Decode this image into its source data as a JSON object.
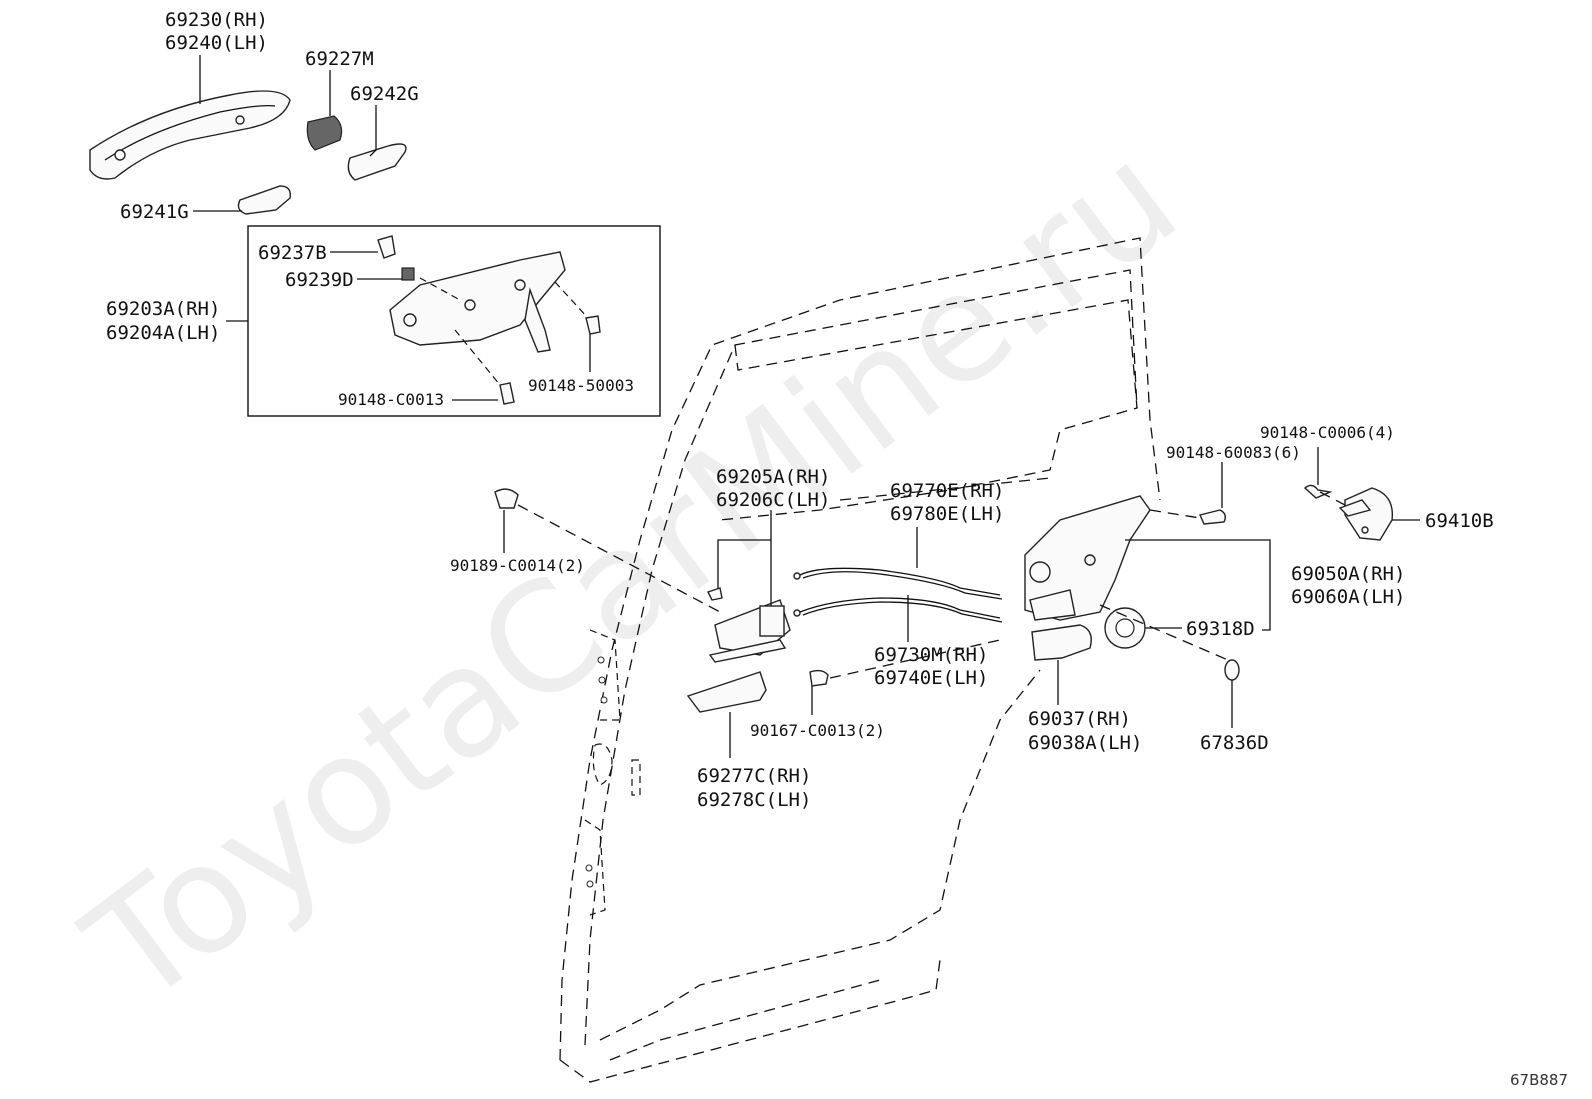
{
  "watermark": "ToyotaCarMine.ru",
  "diagram_code": "67B887",
  "labels": {
    "l69230": "69230(RH)",
    "l69240": "69240(LH)",
    "l69227M": "69227M",
    "l69242G": "69242G",
    "l69241G": "69241G",
    "l69237B": "69237B",
    "l69239D": "69239D",
    "l69203A": "69203A(RH)",
    "l69204A": "69204A(LH)",
    "l90148S": "90148-50003",
    "l90148C0013": "90148-C0013",
    "l69205A": "69205A(RH)",
    "l69206C": "69206C(LH)",
    "l69770E": "69770E(RH)",
    "l69780E": "69780E(LH)",
    "l90189": "90189-C0014(2)",
    "l69730M": "69730M(RH)",
    "l69740E": "69740E(LH)",
    "l90167": "90167-C0013(2)",
    "l69277C": "69277C(RH)",
    "l69278C": "69278C(LH)",
    "l90148C0006": "90148-C0006(4)",
    "l90148_60083": "90148-60083(6)",
    "l69410B": "69410B",
    "l69050A": "69050A(RH)",
    "l69060A": "69060A(LH)",
    "l69318D": "69318D",
    "l69037": "69037(RH)",
    "l69038A": "69038A(LH)",
    "l67836D": "67836D"
  }
}
